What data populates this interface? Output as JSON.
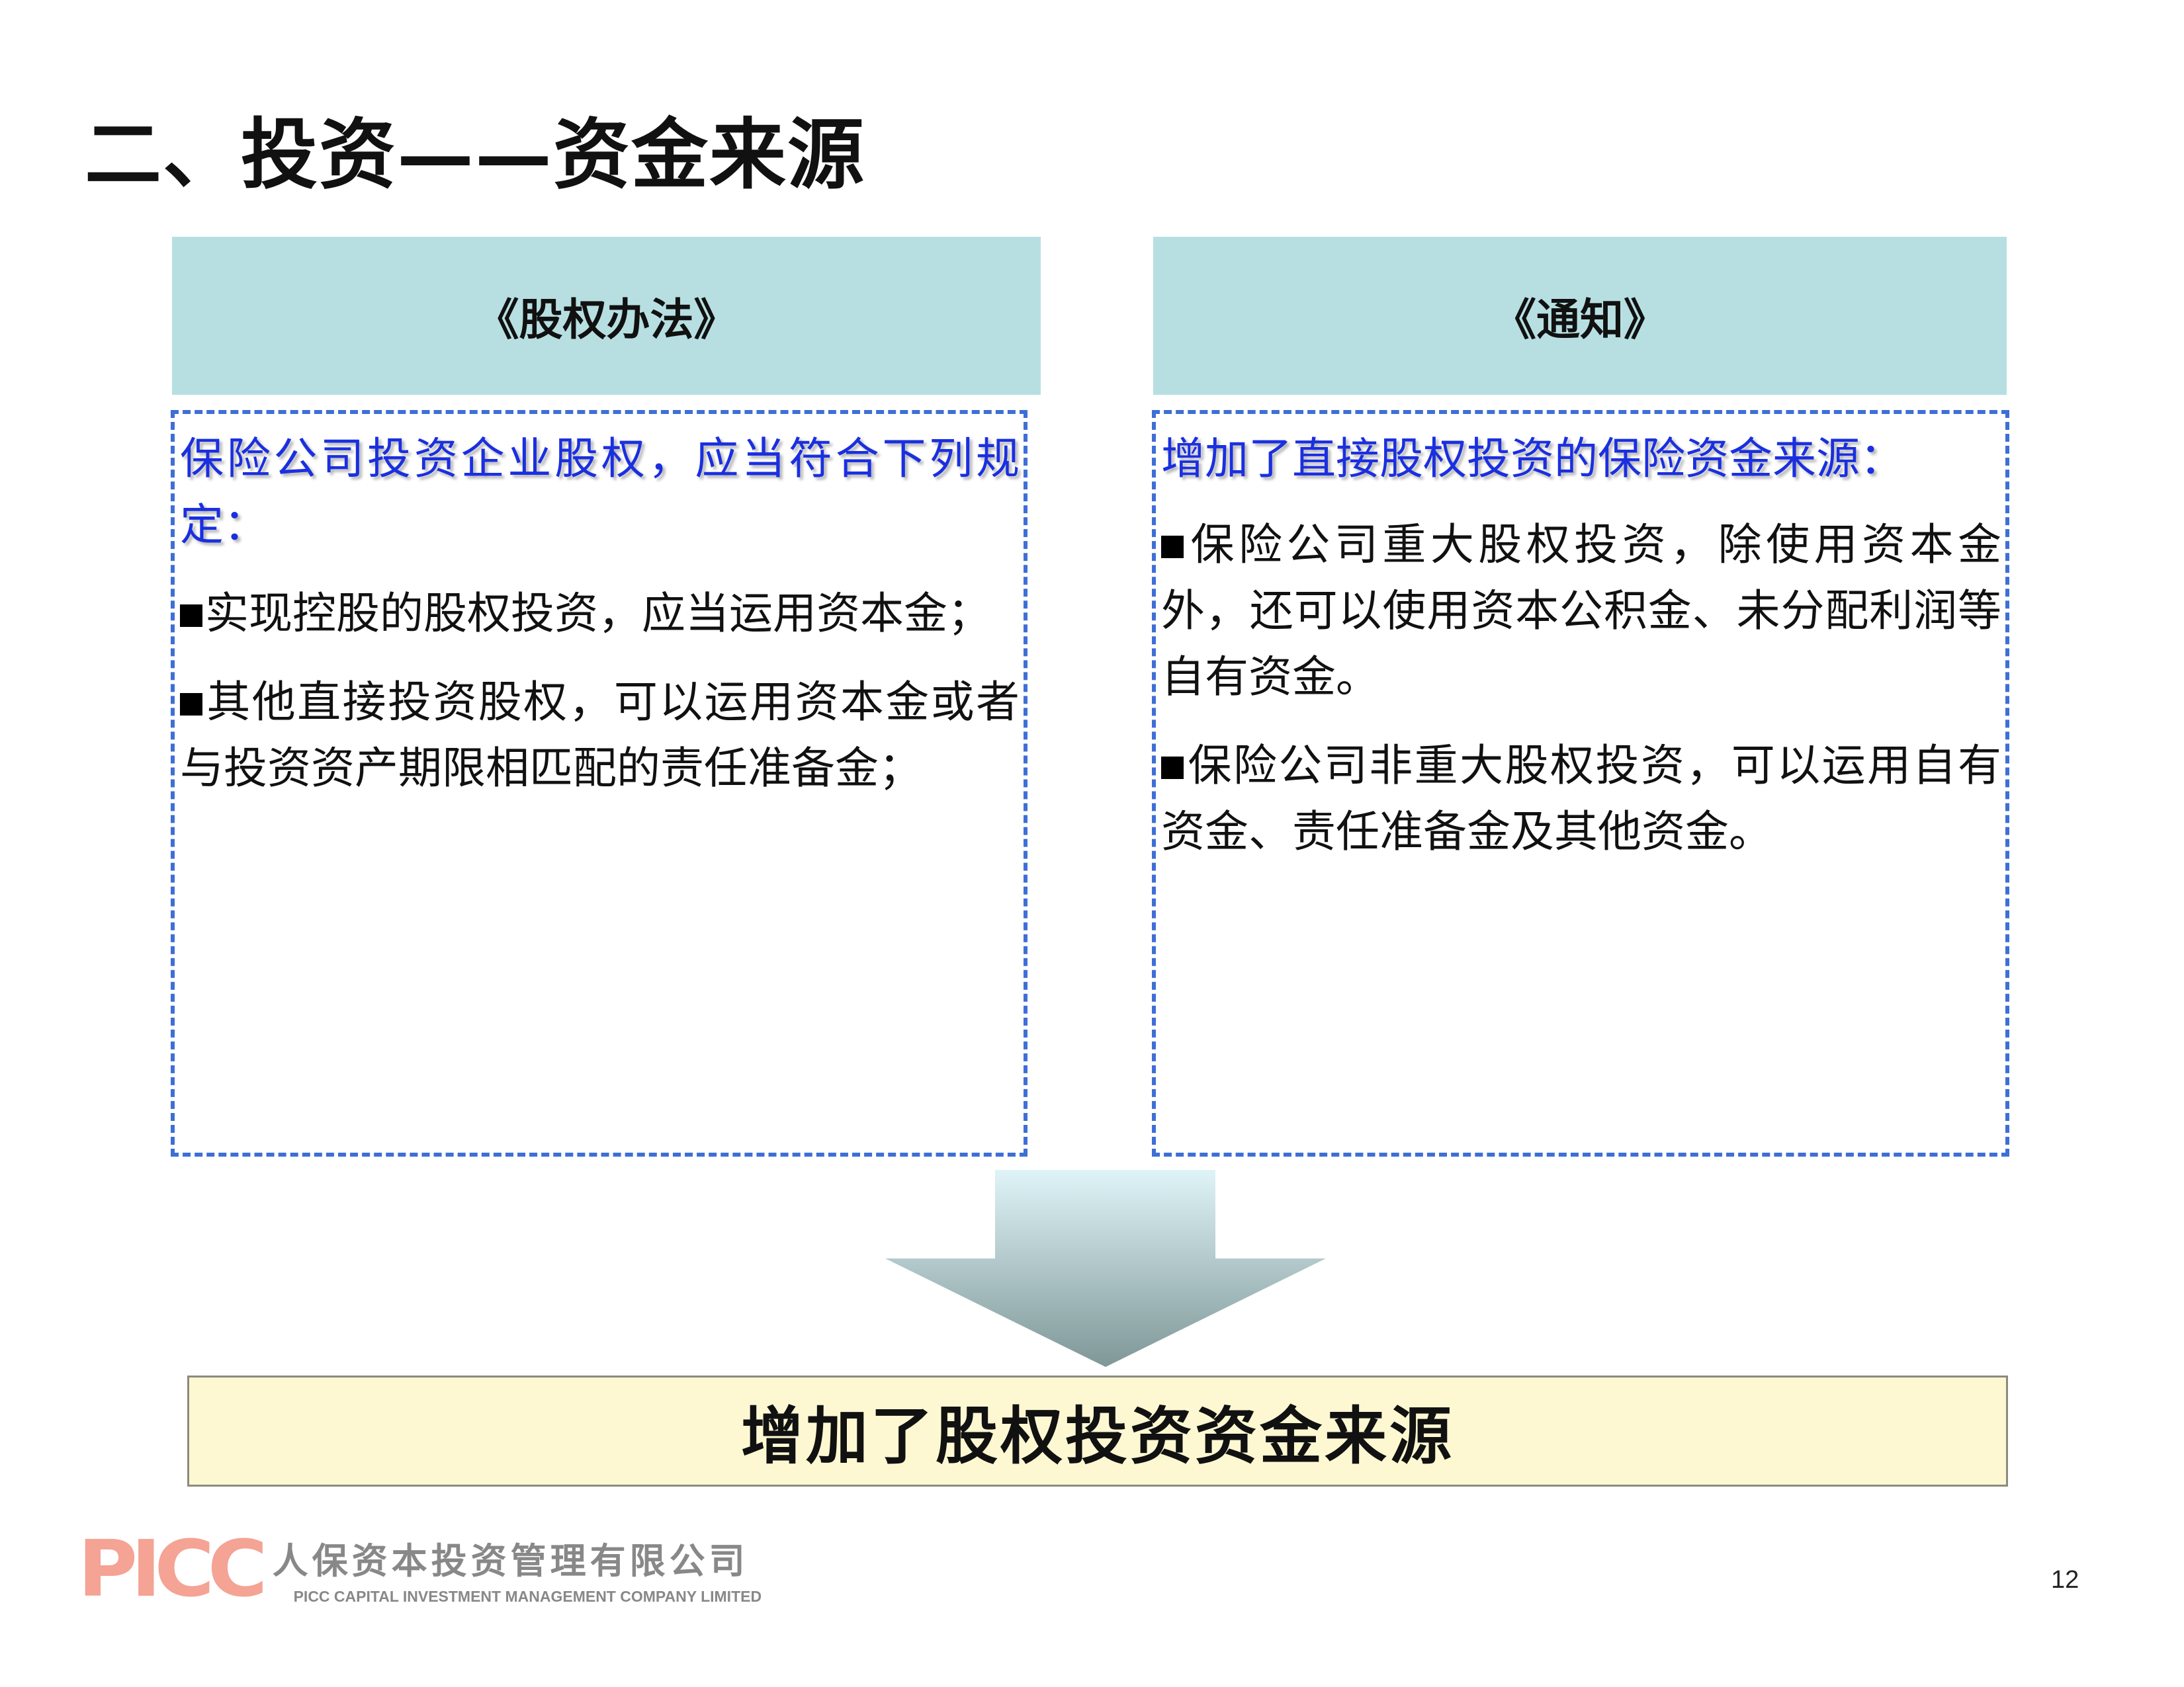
{
  "title": "二、投资——资金来源",
  "left": {
    "header": "《股权办法》",
    "lead": "保险公司投资企业股权，应当符合下列规定：",
    "items": [
      "实现控股的股权投资，应当运用资本金；",
      "其他直接投资股权，可以运用资本金或者与投资资产期限相匹配的责任准备金；"
    ]
  },
  "right": {
    "header": "《通知》",
    "lead": "增加了直接股权投资的保险资金来源：",
    "items": [
      "保险公司重大股权投资，除使用资本金外，还可以使用资本公积金、未分配利润等自有资金。",
      "保险公司非重大股权投资，可以运用自有资金、责任准备金及其他资金。"
    ]
  },
  "conclusion": "增加了股权投资资金来源",
  "logo": {
    "mark": "PICC",
    "cn": "人保资本投资管理有限公司",
    "en": "PICC CAPITAL INVESTMENT MANAGEMENT COMPANY LIMITED"
  },
  "page_number": "12",
  "colors": {
    "header_bg": "#b7dfe2",
    "dashed_border": "#3d6fd6",
    "lead_text": "#1a2fe0",
    "conclusion_bg": "#fdf8d2",
    "logo": "#f4a394"
  }
}
